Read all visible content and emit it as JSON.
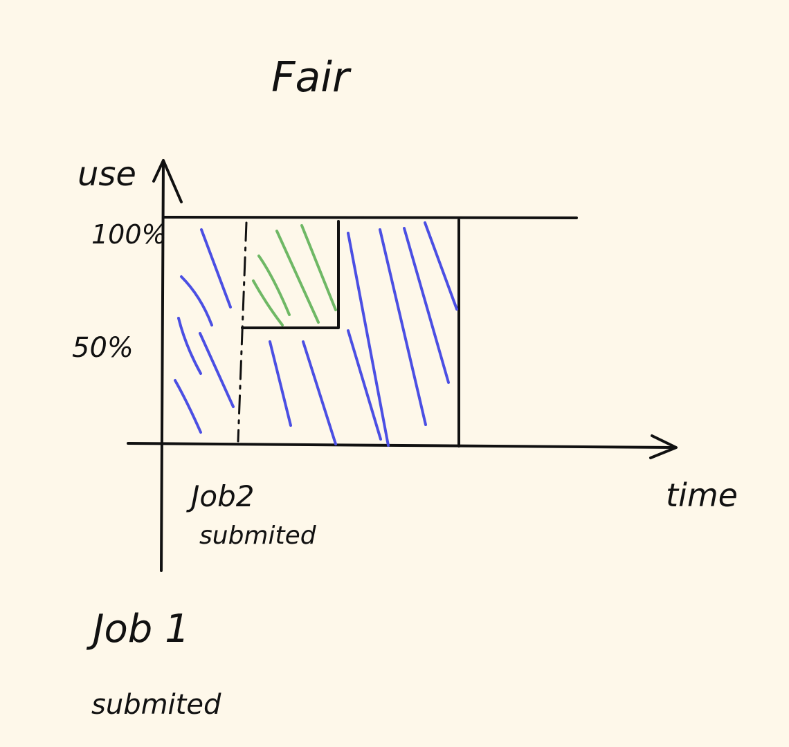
{
  "title": "Fair",
  "axes": {
    "y_label": "use",
    "x_label": "time",
    "y_ticks": [
      "100%",
      "50%"
    ]
  },
  "events": {
    "job1_label": "Job 1",
    "job1_sub": "submited",
    "job2_label": "Job2",
    "job2_sub": "submited"
  },
  "colors": {
    "background": "#FEF8EA",
    "ink": "#111111",
    "job1_hatch": "#4B4FE3",
    "job2_hatch": "#6FB865"
  }
}
